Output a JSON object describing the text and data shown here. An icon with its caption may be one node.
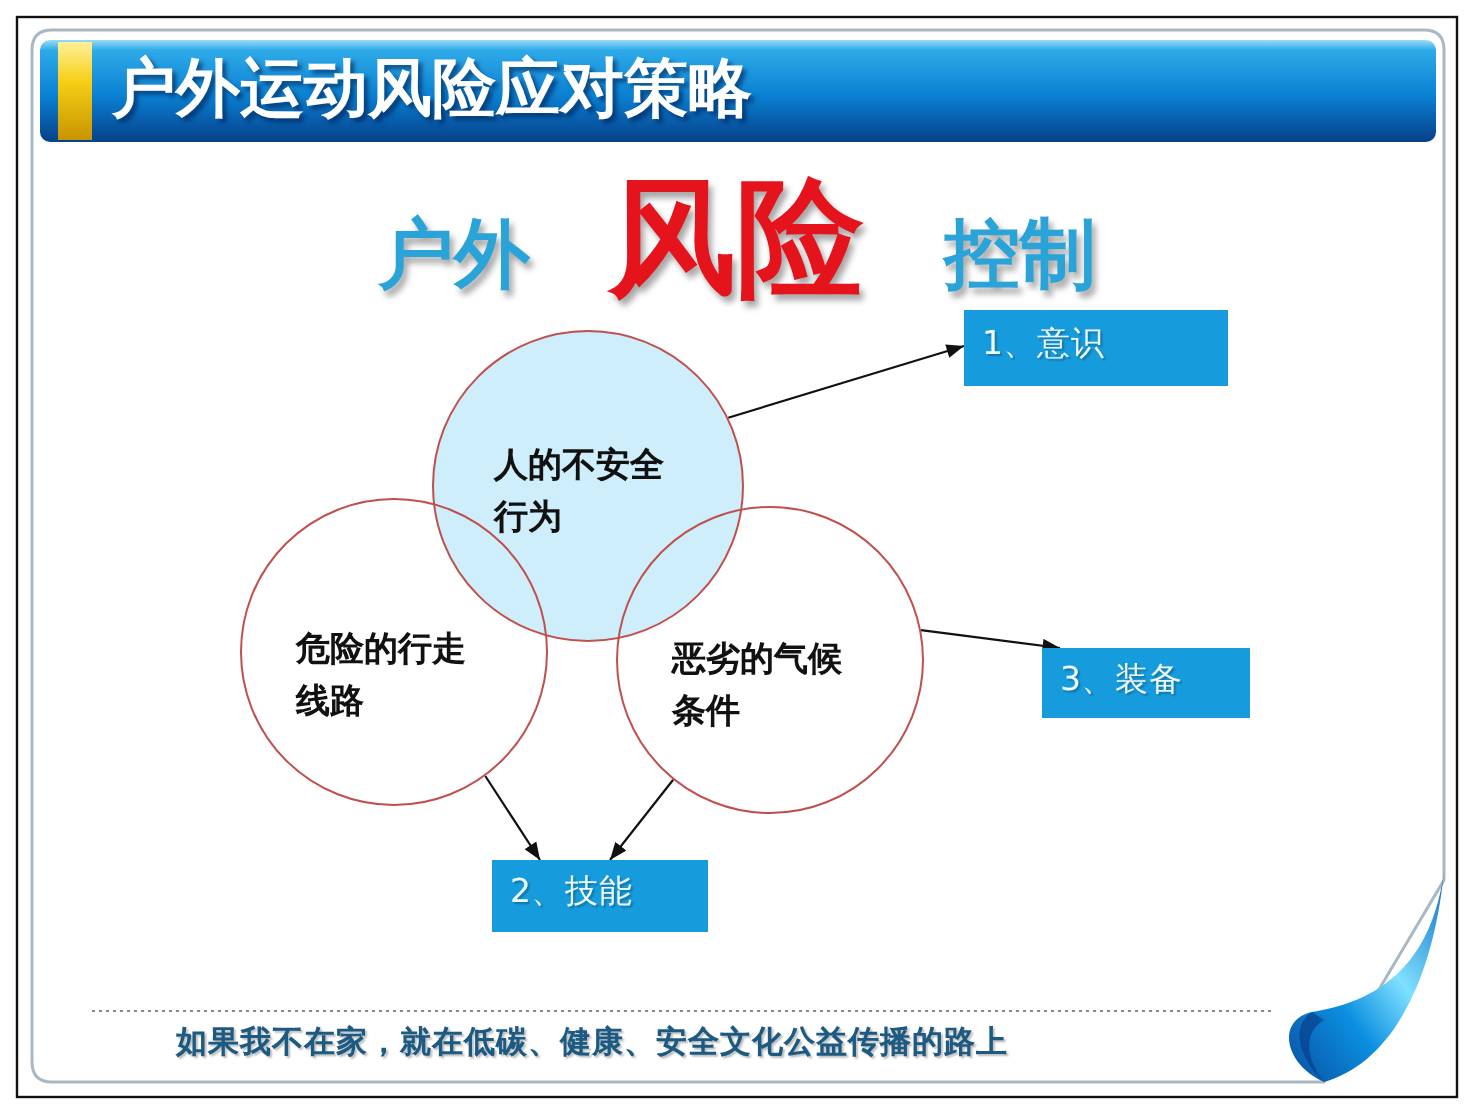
{
  "diagram": {
    "title": "户外运动风险应对策略",
    "nodes": [
      {
        "text": [
          "1、意识"
        ]
      },
      {
        "text": [
          "人的不安全行为"
        ]
      },
      {
        "text": [
          "危险的行走线路"
        ]
      },
      {
        "text": [
          "恶劣的气候条件"
        ]
      },
      {
        "text": [
          "3、装备"
        ]
      },
      {
        "text": [
          "2、技能"
        ]
      }
    ],
    "edges": [
      {
        "from": 1,
        "to": 0,
        "arrow": "to"
      },
      {
        "from": 3,
        "to": 4,
        "arrow": "to"
      },
      {
        "from": 2,
        "to": 5,
        "arrow": "to"
      },
      {
        "from": 3,
        "to": 5,
        "arrow": "to"
      }
    ],
    "labels": [
      "户外",
      "风险",
      "控制",
      "如果我不在家，就在低碳、健康、安全文化公益传播的路上"
    ]
  }
}
